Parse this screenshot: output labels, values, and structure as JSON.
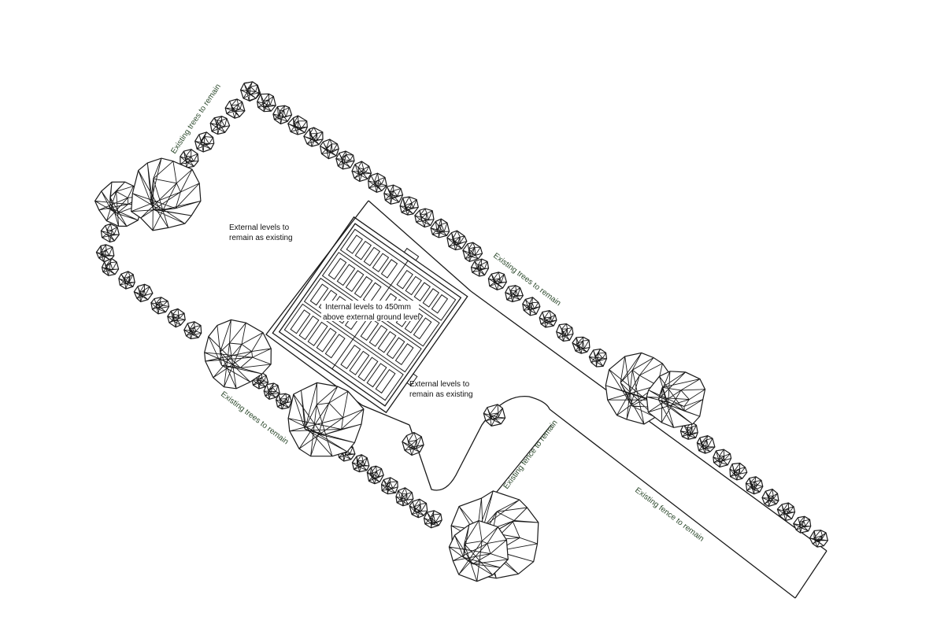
{
  "colors": {
    "line": "#1a1a1a",
    "annotation_green": "#2e4a2e",
    "annotation_black": "#111111",
    "background": "#ffffff"
  },
  "annotations": {
    "trees_top_left": "Existing trees to remain",
    "trees_top_right": "Existing trees to remain",
    "trees_bottom_left": "Existing trees to remain",
    "fence_short": "Existing fence to remain",
    "fence_long": "Existing fence to remain",
    "external_levels_top": [
      "External levels to",
      "remain as existing"
    ],
    "external_levels_mid": [
      "External levels to",
      "remain as existing"
    ],
    "internal_levels": [
      "Internal levels to 450mm",
      "above external ground level"
    ]
  },
  "icons": {
    "tree": "faceted-tree-canopy-icon",
    "building": "building-roof-plan-icon"
  }
}
